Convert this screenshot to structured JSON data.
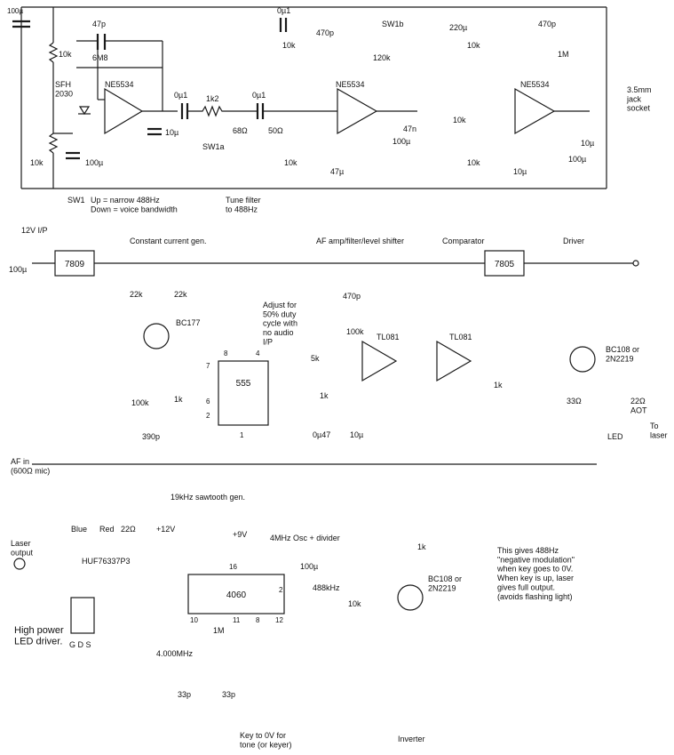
{
  "top": {
    "cap_in": "100µ",
    "r_10k_a": "10k",
    "r_10k_b": "10k",
    "c_47p": "47p",
    "r_6m8": "6M8",
    "ic1": "NE5534",
    "sensor": "SFH\n2030",
    "c_10u_a": "10µ",
    "c_100u_a": "100µ",
    "sw1": "SW1",
    "sw1_note": "Up = narrow 488Hz\nDown = voice bandwidth",
    "c_0u1_a": "0µ1",
    "r_1k2": "1k2",
    "c_0u1_b": "0µ1",
    "c_0u1_c": "0µ1",
    "sw1a": "SW1a",
    "r_68": "68Ω",
    "pot_50": "50Ω",
    "tune_note": "Tune filter\nto 488Hz",
    "r_10k_c": "10k",
    "r_10k_d": "10k",
    "c_47u": "47µ",
    "c_470p_a": "470p",
    "sw1b": "SW1b",
    "r_120k": "120k",
    "ic2": "NE5534",
    "c_47n": "47n",
    "c_100u_b": "100µ",
    "c_220u": "220µ",
    "r_10k_e": "10k",
    "r_10k_f": "10k",
    "r_10k_g": "10k",
    "c_10u_b": "10µ",
    "c_470p_b": "470p",
    "r_1m": "1M",
    "ic3": "NE5534",
    "c_10u_c": "10µ",
    "c_100u_c": "100µ",
    "jack": "3.5mm\njack\nsocket"
  },
  "middle": {
    "supply": "12V I/P",
    "c_100u": "100µ",
    "reg1": "7809",
    "ccg_title": "Constant current gen.",
    "r_22k_a": "22k",
    "r_22k_b": "22k",
    "q1": "BC177",
    "r_100k": "100k",
    "r_1k": "1k",
    "c_390p": "390p",
    "timer": "555",
    "pin_7": "7",
    "pin_8": "8",
    "pin_4": "4",
    "pin_6": "6",
    "pin_2": "2",
    "pin_1": "1",
    "af_title": "AF amp/filter/level shifter",
    "adjust_note": "Adjust for\n50% duty\ncycle with\nno audio\nI/P",
    "pot_5k": "5k",
    "r_1k_b": "1k",
    "c_0u47": "0µ47",
    "c_10u": "10µ",
    "c_470p": "470p",
    "r_100k_b": "100k",
    "op1": "TL081",
    "comp_title": "Comparator",
    "op2": "TL081",
    "reg2": "7805",
    "r_1k_c": "1k",
    "driver_title": "Driver",
    "q2": "BC108 or\n2N2219",
    "r_33": "33Ω",
    "r_22_aot": "22Ω\nAOT",
    "led": "LED",
    "to_laser": "To\nlaser",
    "af_in": "AF in\n(600Ω mic)",
    "saw_note": "19kHz sawtooth gen."
  },
  "bottom": {
    "laser_out": "Laser\noutput",
    "blue": "Blue",
    "red": "Red",
    "r_22": "22Ω",
    "v12": "+12V",
    "mosfet": "HUF76337P3",
    "led_driver": "High power\nLED driver.",
    "gds": "G D S",
    "v9": "+9V",
    "osc_title": "4MHz Osc + divider",
    "c_100u": "100µ",
    "ic_4060": "4060",
    "pin_16": "16",
    "pin_2": "2",
    "pin_10": "10",
    "pin_11": "11",
    "pin_8": "8",
    "pin_12": "12",
    "freq_488": "488kHz",
    "r_10k": "10k",
    "q3": "BC108 or\n2N2219",
    "r_1m": "1M",
    "xtal": "4.000MHz",
    "c_33p_a": "33p",
    "c_33p_b": "33p",
    "key_note": "Key to 0V for\ntone (or keyer)",
    "inverter": "Inverter",
    "r_1k": "1k",
    "mod_note": "This gives 488Hz\n\"negative modulation\"\nwhen key goes to 0V.\nWhen key is up, laser\ngives full output.\n(avoids flashing light)"
  }
}
